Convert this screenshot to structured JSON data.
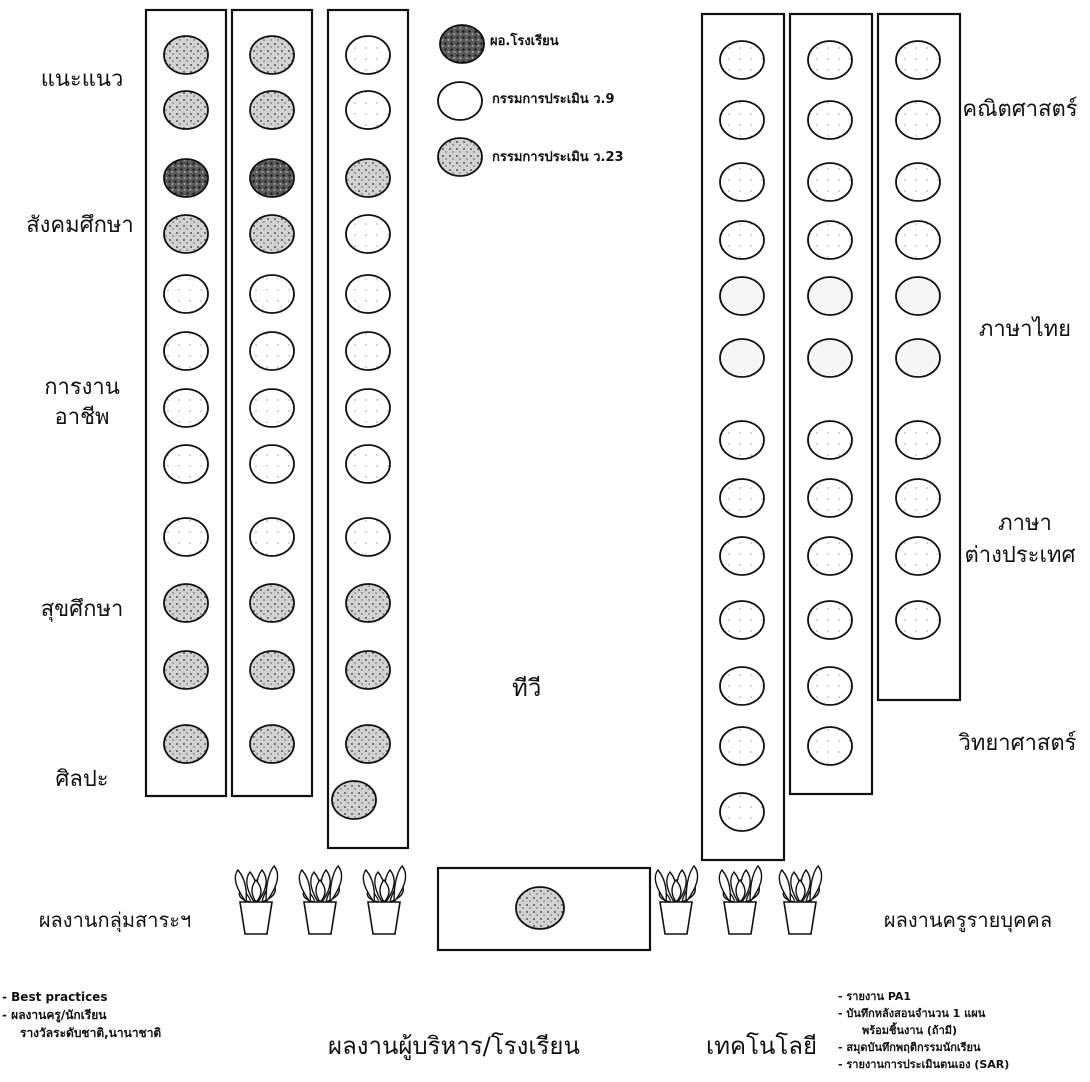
{
  "legend": {
    "director": "ผอ.โรงเรียน",
    "committee_9": "กรรมการประเมิน ว.9",
    "committee_23": "กรรมการประเมิน ว.23"
  },
  "left_labels": {
    "guidance": "แนะแนว",
    "social": "สังคมศึกษา",
    "career_1": "การงาน",
    "career_2": "อาชีพ",
    "health": "สุขศึกษา",
    "art": "ศิลปะ"
  },
  "right_labels": {
    "math": "คณิตศาสตร์",
    "thai": "ภาษาไทย",
    "foreign_1": "ภาษา",
    "foreign_2": "ต่างประเทศ",
    "science": "วิทยาศาสตร์"
  },
  "center": {
    "tv": "ทีวี"
  },
  "bottom": {
    "group_works": "ผลงานกลุ่มสาระฯ",
    "teacher_works": "ผลงานครูรายบุคคล",
    "admin_works": "ผลงานผู้บริหาร/โรงเรียน",
    "technology": "เทคโนโลยี"
  },
  "left_notes": [
    "- Best practices",
    "- ผลงานครู/นักเรียน",
    "รางวัลระดับชาติ,นานาชาติ"
  ],
  "right_notes": [
    "- รายงาน PA1",
    "- บันทึกหลังสอนจำนวน 1 แผน",
    "พร้อมชิ้นงาน (ถ้ามี)",
    "- สมุดบันทึกพฤติกรรมนักเรียน",
    "- รายงานการประเมินตนเอง (SAR)"
  ],
  "colors": {
    "director": "#2b2b2b",
    "committee_9": "#ffffff",
    "committee_23": "#bdbdbd",
    "line": "#111111"
  },
  "icons": [
    "potted-plant-icon"
  ]
}
